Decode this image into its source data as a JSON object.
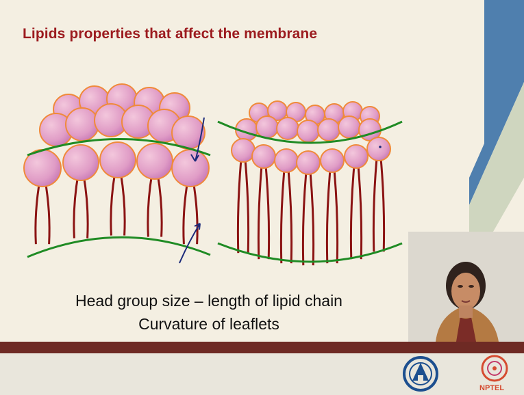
{
  "slide": {
    "title": "Lipids properties that affect the membrane",
    "caption_line1": "Head group size – length of lipid chain",
    "caption_line2": "Curvature of leaflets"
  },
  "footer": {
    "logo_right_text": "NPTEL"
  },
  "colors": {
    "title": "#9c1b1f",
    "lipid_head": "#e7a6c9",
    "lipid_head_border": "#f08a3a",
    "lipid_tail": "#8b1313",
    "leaflet_line": "#1f8b24",
    "annotation_ink": "#1c2a7a",
    "footer_bar": "#6e2a24",
    "accent_blue": "#4f7fae"
  }
}
